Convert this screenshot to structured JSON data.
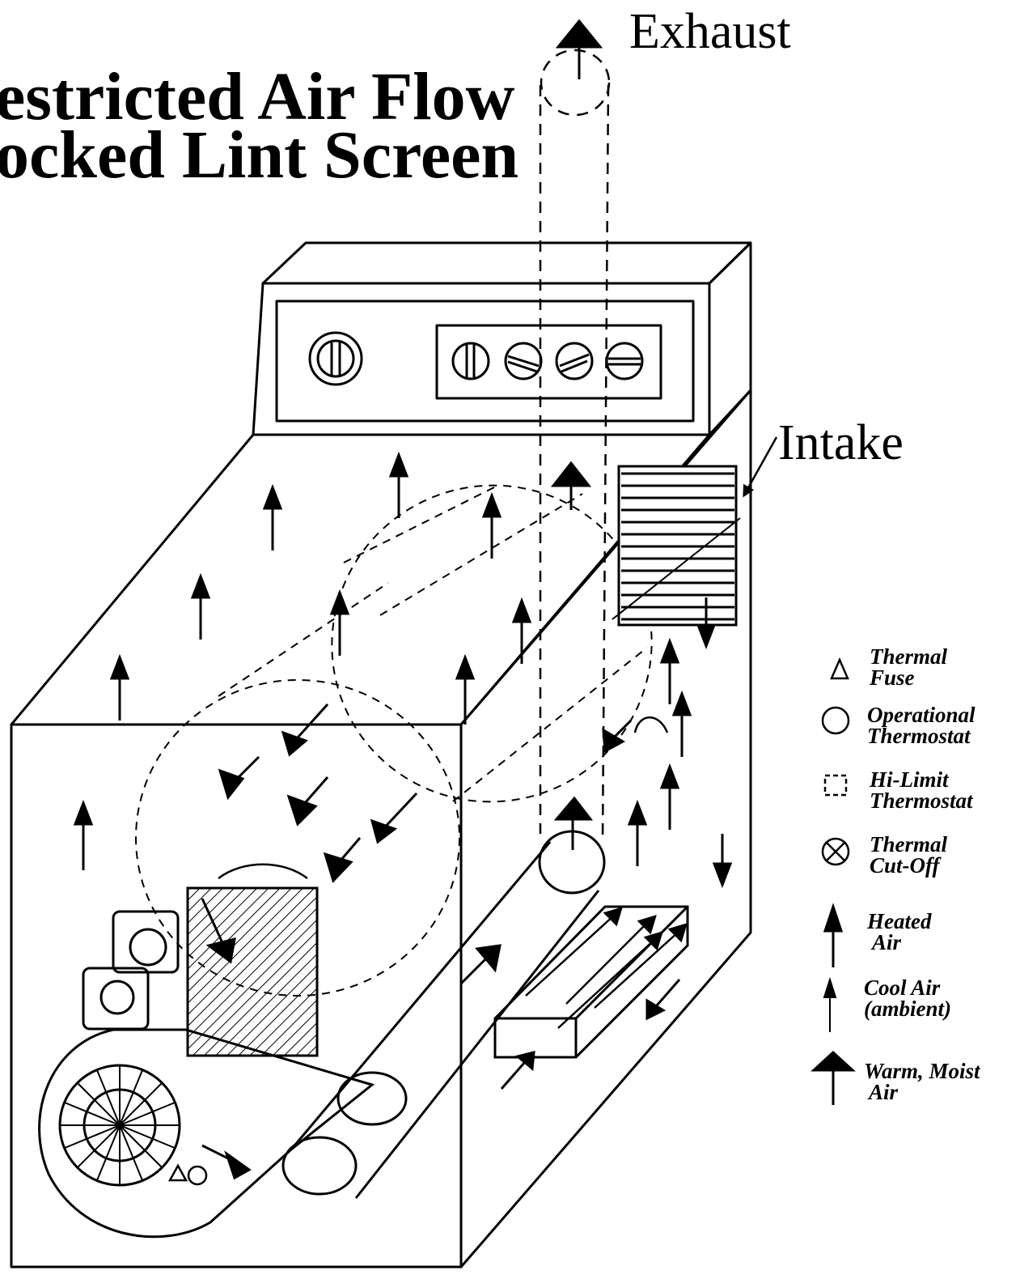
{
  "title": {
    "line1": "estricted Air Flow",
    "line2": "ocked Lint Screen"
  },
  "labels": {
    "exhaust": "Exhaust",
    "intake": "Intake"
  },
  "legend": {
    "items": [
      {
        "line1": "Thermal",
        "line2": "Fuse",
        "icon": "triangle-icon"
      },
      {
        "line1": "Operational",
        "line2": "Thermostat",
        "icon": "circle-icon"
      },
      {
        "line1": "Hi-Limit",
        "line2": "Thermostat",
        "icon": "dashed-rectangle-icon"
      },
      {
        "line1": "Thermal",
        "line2": "Cut-Off",
        "icon": "circle-x-icon"
      },
      {
        "line1": "Heated",
        "line2": "Air",
        "icon": "bold-arrow-icon"
      },
      {
        "line1": "Cool Air",
        "line2": "(ambient)",
        "icon": "thin-arrow-icon"
      },
      {
        "line1": "Warm, Moist",
        "line2": "Air",
        "icon": "wide-arrowhead-icon"
      }
    ]
  },
  "colors": {
    "ink": "#000000",
    "background": "#ffffff"
  }
}
